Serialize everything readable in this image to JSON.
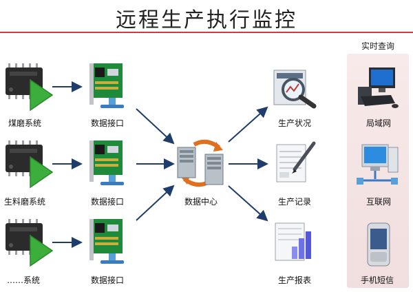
{
  "title": "远程生产执行监控",
  "systems": [
    "煤磨系统",
    "生料磨系统",
    "……系统"
  ],
  "interface_label": "数据接口",
  "center_label": "数据中心",
  "outputs": [
    "生产状况",
    "生产记录",
    "生产报表"
  ],
  "realtime": {
    "title": "实时查询",
    "items": [
      "局域网",
      "互联网",
      "手机短信"
    ]
  },
  "colors": {
    "title_rule": "#d23a3a",
    "arrow": "#1f3d6b",
    "chip_green": "#3cae3c",
    "panel": "#f4e3e3"
  },
  "icons": {
    "system": "chip-play-icon",
    "interface": "network-card-icon",
    "center": "servers-sync-icon",
    "status": "magnifier-chart-icon",
    "record": "form-pen-icon",
    "report": "report-chart-icon",
    "lan": "desktop-computer-icon",
    "internet": "networked-pc-icon",
    "sms": "mobile-phone-icon"
  }
}
